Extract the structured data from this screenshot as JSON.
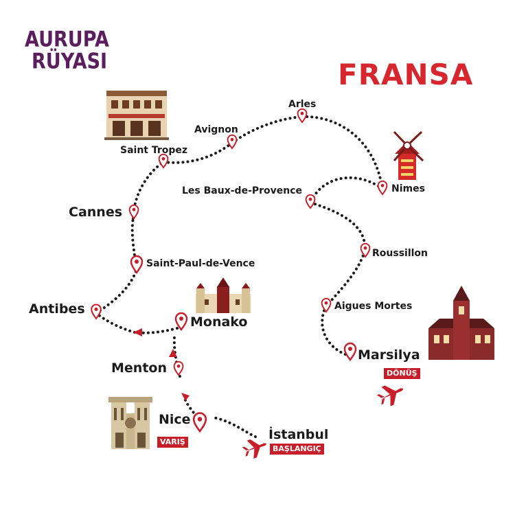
{
  "logo": {
    "line1": "AURUPA",
    "line2": "RÜYASI"
  },
  "country": "FRANSA",
  "colors": {
    "accent": "#d7262e",
    "logo": "#5b1d5e",
    "route": "#1a1a1a",
    "pin": "#c81e2a"
  },
  "stops": [
    {
      "id": "saint-tropez",
      "label": "Saint Tropez"
    },
    {
      "id": "avignon",
      "label": "Avignon"
    },
    {
      "id": "arles",
      "label": "Arles"
    },
    {
      "id": "nimes",
      "label": "Nimes"
    },
    {
      "id": "les-baux",
      "label": "Les Baux-de-Provence"
    },
    {
      "id": "cannes",
      "label": "Cannes"
    },
    {
      "id": "saint-paul",
      "label": "Saint-Paul-de-Vence"
    },
    {
      "id": "roussillon",
      "label": "Roussillon"
    },
    {
      "id": "antibes",
      "label": "Antibes"
    },
    {
      "id": "monako",
      "label": "Monako"
    },
    {
      "id": "aigues-mortes",
      "label": "Aigues Mortes"
    },
    {
      "id": "marsilya",
      "label": "Marsilya"
    },
    {
      "id": "menton",
      "label": "Menton"
    },
    {
      "id": "nice",
      "label": "Nice"
    },
    {
      "id": "istanbul",
      "label": "İstanbul"
    }
  ],
  "badges": {
    "donus": "DÖNÜŞ",
    "varis": "VARIŞ",
    "baslangic": "BAŞLANGIÇ"
  },
  "icons": [
    "airplane-icon",
    "windmill-icon",
    "building-icon",
    "cathedral-icon",
    "palace-icon",
    "town-hall-icon",
    "map-pin-icon"
  ]
}
